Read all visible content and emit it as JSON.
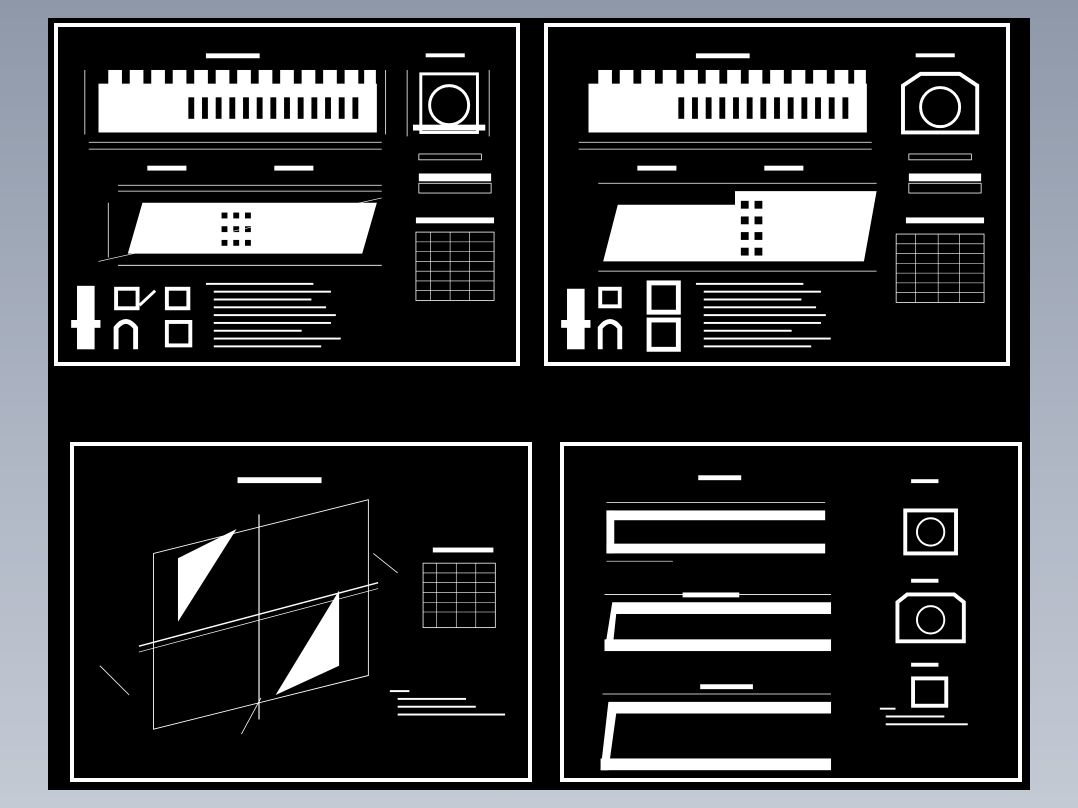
{
  "colors": {
    "background": "#9aa3b2",
    "model_space": "#000000",
    "ink": "#ffffff"
  },
  "sheets": [
    {
      "id": "sheet-1",
      "kind": "culvert-elevation-plan",
      "tables": [
        "table-rebar-summary",
        "table-quantity"
      ]
    },
    {
      "id": "sheet-2",
      "kind": "culvert-elevation-plan-variant",
      "tables": [
        "table-rebar-summary",
        "table-quantity"
      ]
    },
    {
      "id": "sheet-3",
      "kind": "skew-plan-detail",
      "tables": [
        "table-quantity"
      ]
    },
    {
      "id": "sheet-4",
      "kind": "longitudinal-sections",
      "tables": []
    }
  ]
}
